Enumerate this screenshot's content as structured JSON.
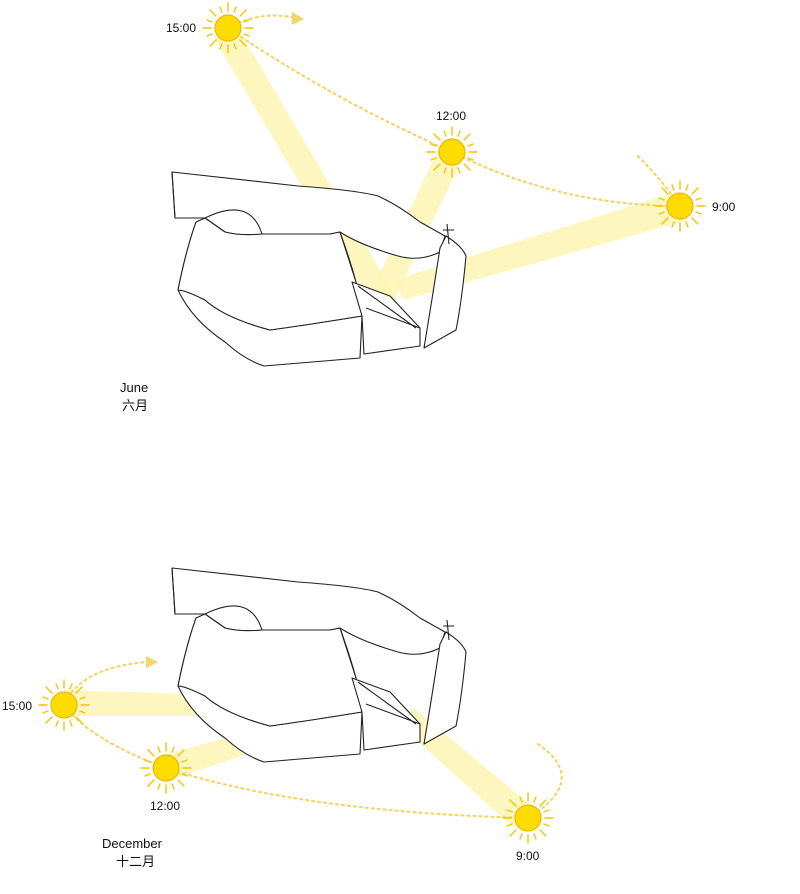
{
  "colors": {
    "sun_fill": "#ffdc00",
    "sun_ray": "#f5c400",
    "sun_beam": "#fdf6b4",
    "sun_path": "#f5d56a",
    "building_outline": "#222222"
  },
  "june": {
    "month_en": "June",
    "month_zh": "六月",
    "suns": [
      {
        "time": "15:00",
        "icon": "sun-icon"
      },
      {
        "time": "12:00",
        "icon": "sun-icon"
      },
      {
        "time": "9:00",
        "icon": "sun-icon"
      }
    ]
  },
  "december": {
    "month_en": "December",
    "month_zh": "十二月",
    "suns": [
      {
        "time": "15:00",
        "icon": "sun-icon"
      },
      {
        "time": "12:00",
        "icon": "sun-icon"
      },
      {
        "time": "9:00",
        "icon": "sun-icon"
      }
    ]
  }
}
